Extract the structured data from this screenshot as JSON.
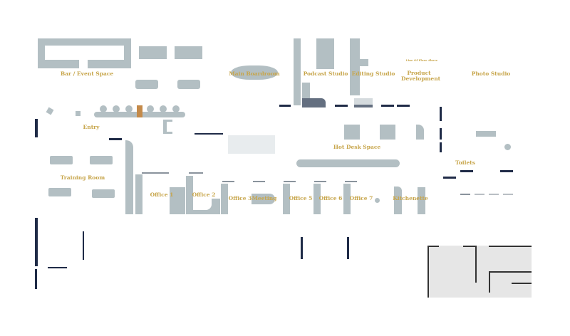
{
  "map": {
    "rooms": [
      {
        "label": "Bar / Event Space"
      },
      {
        "label": "Main Boardroom"
      },
      {
        "label": "Podcast Studio"
      },
      {
        "label": "Editing Studio"
      },
      {
        "label": "Product Development"
      },
      {
        "label": "Photo Studio"
      },
      {
        "label": "Entry"
      },
      {
        "label": "Hot Desk Space"
      },
      {
        "label": "Training Room"
      },
      {
        "label": "Toilets"
      },
      {
        "label": "Office 1"
      },
      {
        "label": "Office 2"
      },
      {
        "label": "Office 3"
      },
      {
        "label": "Meeting"
      },
      {
        "label": "Office 5"
      },
      {
        "label": "Office 6"
      },
      {
        "label": "Office 7"
      },
      {
        "label": "Kitchenette"
      }
    ],
    "annotation": "Line Of Floor Above",
    "colors": {
      "label": "#c7a54a",
      "furniture": "#b3bfc3",
      "wall": "#1f2b47",
      "highlight": "#c48a4a"
    }
  }
}
